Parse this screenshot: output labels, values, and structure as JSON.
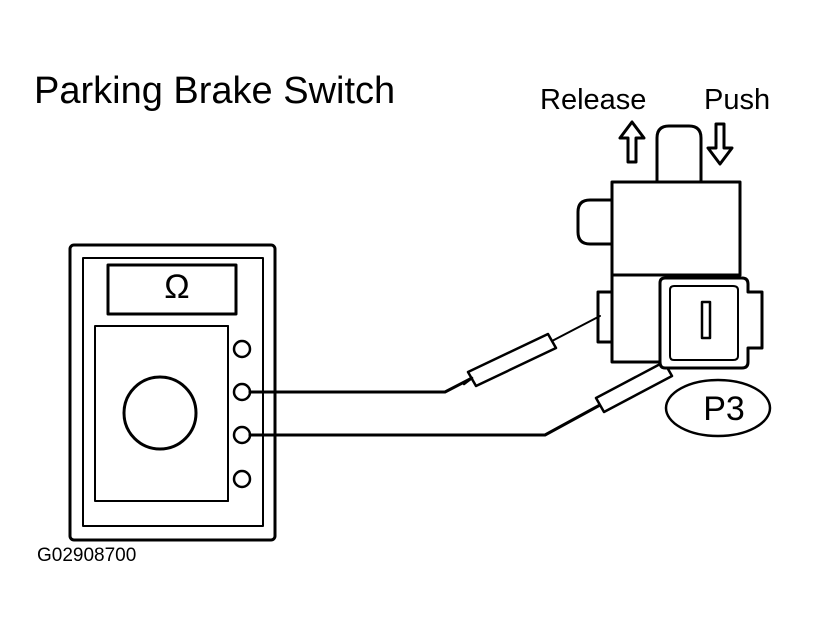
{
  "diagram": {
    "title": "Parking Brake Switch",
    "release_label": "Release",
    "push_label": "Push",
    "connector_label": "P3",
    "figure_code": "G02908700",
    "meter_symbol": "Ω",
    "colors": {
      "ink": "#000000",
      "paper": "#ffffff"
    },
    "icons": [
      "ohmmeter-icon",
      "switch-icon",
      "probe-icon",
      "up-arrow-icon",
      "down-arrow-icon"
    ]
  }
}
